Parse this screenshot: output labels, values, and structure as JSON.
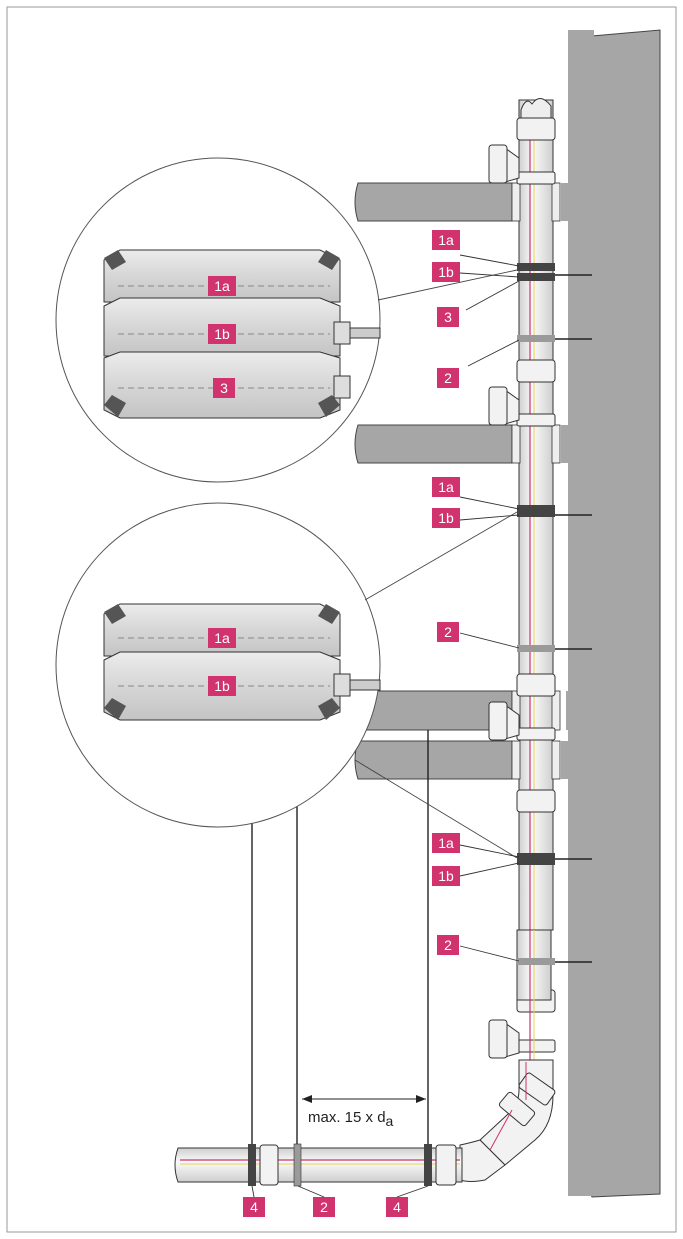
{
  "colors": {
    "tag_bg": "#d0336d",
    "tag_text": "#ffffff",
    "wall": "#a6a6a6",
    "slab": "#a6a6a6",
    "pipe": "#f4f4f4",
    "pipe_line_magenta": "#d0336d",
    "pipe_line_yellow": "#e6d44e",
    "clamp_dark": "#444444",
    "clamp_light": "#9a9a9a",
    "frame": "#9a9a9a"
  },
  "labels": {
    "clamp_rubber": "1a",
    "clamp_top": "1b",
    "clamp_lower": "3",
    "guide": "2",
    "fixed": "4"
  },
  "dimension": {
    "text": "max. 15 x d",
    "subscript": "a"
  }
}
